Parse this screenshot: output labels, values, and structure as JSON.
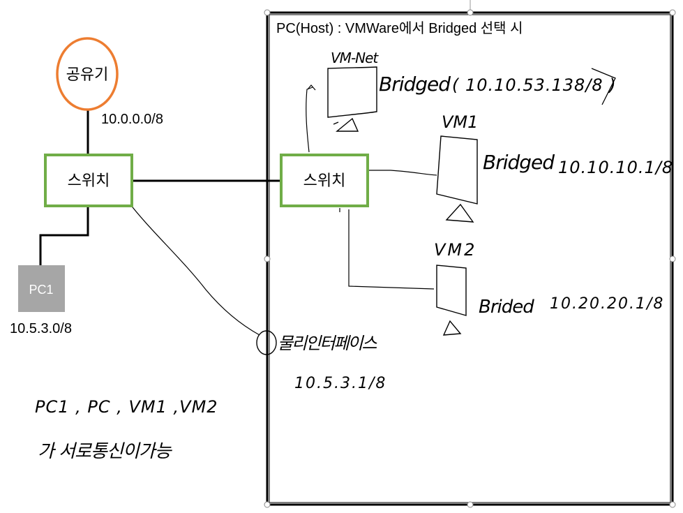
{
  "router": {
    "label": "공유기",
    "subnet": "10.0.0.0/8",
    "stroke": "#ed7d31"
  },
  "left_switch": {
    "label": "스위치",
    "stroke": "#70ad47"
  },
  "pc1": {
    "label": "PC1",
    "ip": "10.5.3.0/8",
    "fill": "#a6a6a6"
  },
  "host_box": {
    "title": "PC(Host) : VMWare에서 Bridged 선택 시"
  },
  "right_switch": {
    "label": "스위치",
    "stroke": "#70ad47"
  },
  "vm_net": {
    "name": "VM-Net",
    "mode": "Bridged",
    "ip": "( 10.10.53.138/8 )"
  },
  "vm1": {
    "name": "VM1",
    "mode": "Bridged",
    "ip": "10.10.10.1/8"
  },
  "vm2": {
    "name": "VM2",
    "mode": "Brided",
    "ip": "10.20.20.1/8"
  },
  "physical_interface": {
    "label": "물리인터페이스",
    "ip": "10.5.3.1/8"
  },
  "note": {
    "line1": "PC1 , PC , VM1 ,VM2",
    "line2": "가 서로통신이가능"
  }
}
